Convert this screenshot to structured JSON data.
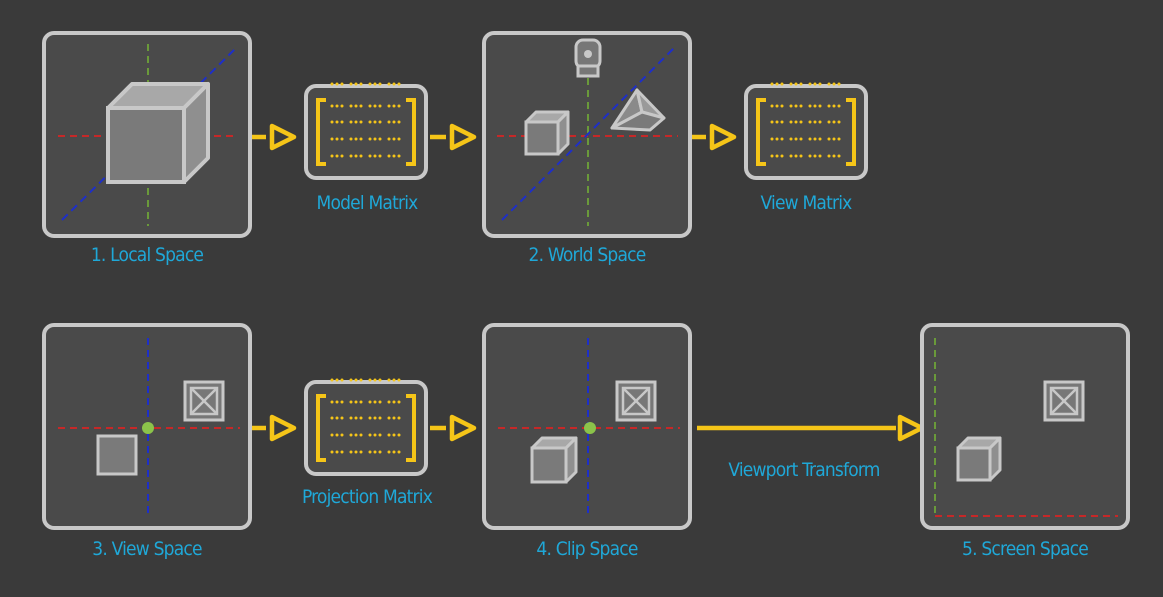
{
  "colors": {
    "background": "#3a3a3a",
    "panel_border": "#c8c8c8",
    "label": "#1fa8d8",
    "arrow": "#f5c518",
    "matrix": "#f5c518",
    "axis_x": "#c62828",
    "axis_y": "#6a9a3a",
    "axis_z": "#1e2fc8",
    "origin": "#8bc34a"
  },
  "stages": [
    {
      "label": "1. Local Space",
      "icons": [
        "cube-icon"
      ]
    },
    {
      "label": "2. World Space",
      "icons": [
        "camera-icon",
        "cube-icon",
        "pyramid-icon"
      ]
    },
    {
      "label": "3. View Space",
      "icons": [
        "crossed-box-icon",
        "square-icon"
      ]
    },
    {
      "label": "4. Clip Space",
      "icons": [
        "crossed-box-icon",
        "cube-icon"
      ]
    },
    {
      "label": "5. Screen Space",
      "icons": [
        "crossed-box-icon",
        "cube-icon"
      ]
    }
  ],
  "transforms": [
    {
      "label": "Model Matrix",
      "icon": "matrix-icon"
    },
    {
      "label": "View Matrix",
      "icon": "matrix-icon"
    },
    {
      "label": "Projection Matrix",
      "icon": "matrix-icon"
    },
    {
      "label": "Viewport Transform",
      "icon": "arrow-icon"
    }
  ]
}
